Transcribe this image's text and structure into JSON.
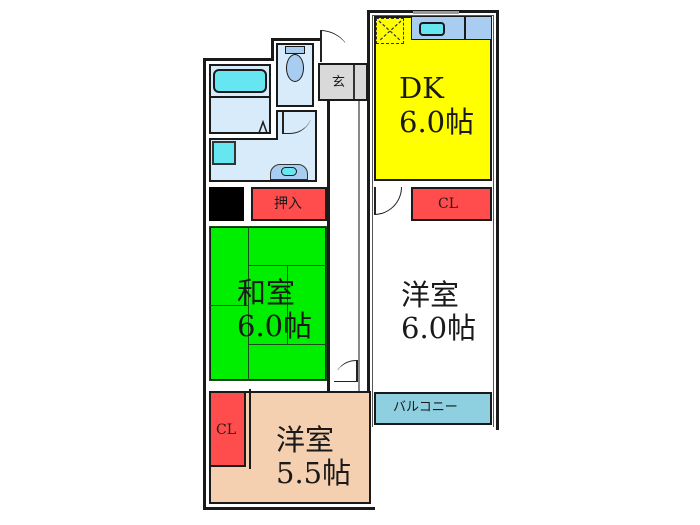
{
  "floor_plan": {
    "rooms": {
      "dk": {
        "name": "DK",
        "size": "6.0帖",
        "color": "#ffff00"
      },
      "washitsu": {
        "name": "和室",
        "size": "6.0帖",
        "color": "#00ee00"
      },
      "yoshitsu_a": {
        "name": "洋室",
        "size": "6.0帖",
        "color": "#f5d0b0"
      },
      "yoshitsu_b": {
        "name": "洋室",
        "size": "5.5帖",
        "color": "#f5d0b0"
      },
      "oshiire": {
        "name": "押入",
        "color": "#ff4d4d"
      },
      "closet_a": {
        "name": "CL",
        "color": "#ff4d4d"
      },
      "closet_b": {
        "name": "CL",
        "color": "#ff4d4d"
      },
      "balcony": {
        "name": "バルコニー",
        "color": "#8ecfe0"
      },
      "genkan": {
        "name": "玄",
        "color": "#d9d9d9"
      },
      "bathroom": {
        "color": "#d8ebfa"
      },
      "toilet": {
        "color": "#d8ebfa"
      },
      "washroom": {
        "color": "#d8ebfa"
      }
    },
    "fixtures": {
      "bathtub": "bathtub-icon",
      "toilet": "toilet-icon",
      "washbasin": "washbasin-icon",
      "washing_machine": "washing-machine-icon",
      "kitchen_sink": "kitchen-sink-icon",
      "refrigerator_space": "refrigerator-space-icon"
    }
  }
}
